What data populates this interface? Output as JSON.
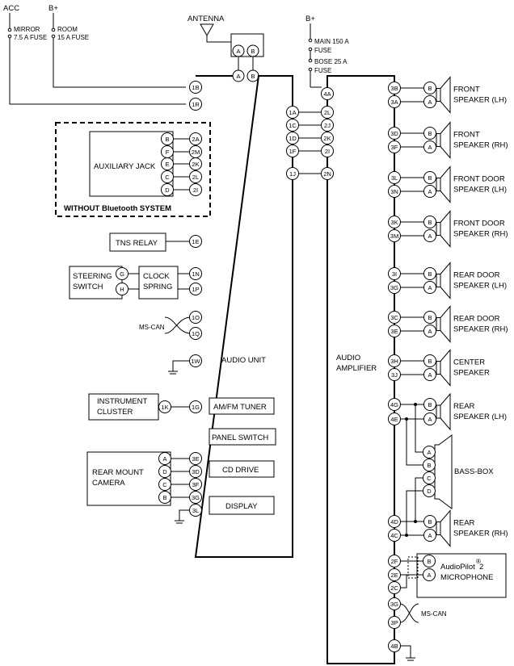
{
  "power": {
    "acc": "ACC",
    "bplus_left": "B+",
    "bplus_right": "B+",
    "fuse_mirror_1": "MIRROR",
    "fuse_mirror_2": "7.5 A FUSE",
    "fuse_room_1": "ROOM",
    "fuse_room_2": "15 A FUSE",
    "fuse_main_1": "MAIN 150 A",
    "fuse_main_2": "FUSE",
    "fuse_bose_1": "BOSE 25 A",
    "fuse_bose_2": "FUSE"
  },
  "antenna": "ANTENNA",
  "components": {
    "aux_jack": "AUXILIARY JACK",
    "without_bt": "WITHOUT Bluetooth SYSTEM",
    "tns_relay": "TNS RELAY",
    "steering_1": "STEERING",
    "steering_2": "SWITCH",
    "clock_1": "CLOCK",
    "clock_2": "SPRING",
    "ms_can_left": "MS-CAN",
    "ms_can_right": "MS-CAN",
    "audio_unit": "AUDIO UNIT",
    "instr_1": "INSTRUMENT",
    "instr_2": "CLUSTER",
    "am_fm": "AM/FM TUNER",
    "panel_switch": "PANEL SWITCH",
    "cd_drive": "CD DRIVE",
    "display": "DISPLAY",
    "camera_1": "REAR MOUNT",
    "camera_2": "CAMERA",
    "amp_1": "AUDIO",
    "amp_2": "AMPLIFIER",
    "bass_box": "BASS-BOX",
    "mic_1": "AudioPilot",
    "mic_reg": "®",
    "mic_2": "2",
    "mic_3": "MICROPHONE"
  },
  "speakers": [
    {
      "line1": "FRONT",
      "line2": "SPEAKER (LH)"
    },
    {
      "line1": "FRONT",
      "line2": "SPEAKER (RH)"
    },
    {
      "line1": "FRONT DOOR",
      "line2": "SPEAKER (LH)"
    },
    {
      "line1": "FRONT DOOR",
      "line2": "SPEAKER (RH)"
    },
    {
      "line1": "REAR DOOR",
      "line2": "SPEAKER (LH)"
    },
    {
      "line1": "REAR DOOR",
      "line2": "SPEAKER (RH)"
    },
    {
      "line1": "CENTER",
      "line2": "SPEAKER"
    },
    {
      "line1": "REAR",
      "line2": "SPEAKER (LH)"
    },
    {
      "line1": "REAR",
      "line2": "SPEAKER (RH)"
    }
  ],
  "pins": {
    "ant_a1": "A",
    "ant_b1": "B",
    "ant_a2": "A",
    "ant_b2": "B",
    "u1B": "1B",
    "u1R": "1R",
    "u2A": "2A",
    "u2M": "2M",
    "u2K": "2K",
    "u2L": "2L",
    "u2I": "2I",
    "u1E": "1E",
    "u1N": "1N",
    "u1P": "1P",
    "u1O": "1O",
    "u1Q": "1Q",
    "u1W": "1W",
    "u1G": "1G",
    "u3E": "3E",
    "u3D": "3D",
    "u3F": "3F",
    "u3G": "3G",
    "u3L": "3L",
    "aux_b": "B",
    "aux_f": "F",
    "aux_e": "E",
    "aux_c": "C",
    "aux_d": "D",
    "sw_g": "G",
    "sw_h": "H",
    "ic_1k": "1K",
    "cam_a": "A",
    "cam_d": "D",
    "cam_c": "C",
    "cam_b": "B",
    "a4A": "4A",
    "a1A": "1A",
    "a1C": "1C",
    "a1D": "1D",
    "a1F": "1F",
    "a1J": "1J",
    "a2L": "2L",
    "a2J": "2J",
    "a2K": "2K",
    "a2I": "2I",
    "a2N": "2N",
    "a3B": "3B",
    "a3A": "3A",
    "a3D": "3D",
    "a3F": "3F",
    "a3L": "3L",
    "a3N": "3N",
    "a3K": "3K",
    "a3M": "3M",
    "a3I": "3I",
    "a3G": "3G",
    "a3C": "3C",
    "a3E": "3E",
    "a3H": "3H",
    "a3J": "3J",
    "a4G": "4G",
    "a4E": "4E",
    "a4D": "4D",
    "a4C": "4C",
    "a2F": "2F",
    "a2E": "2E",
    "a2C": "2C",
    "a3G2": "3G",
    "a3P": "3P",
    "a4B": "4B",
    "spB": "B",
    "spA": "A",
    "bbA": "A",
    "bbB": "B",
    "bbC": "C",
    "bbD": "D",
    "micB": "B",
    "micA": "A"
  }
}
